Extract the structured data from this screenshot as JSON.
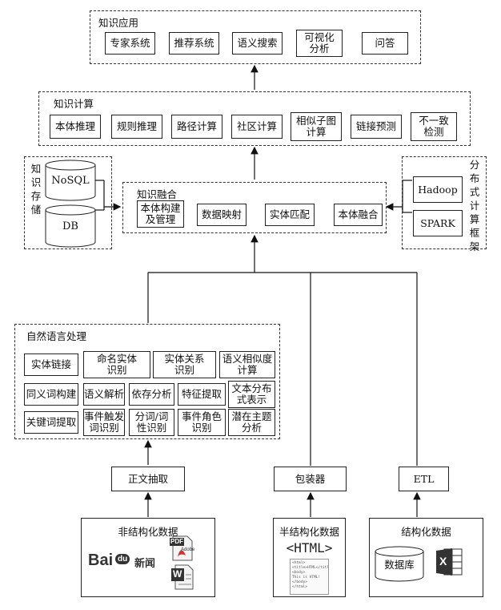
{
  "app": {
    "title": "知识应用",
    "items": [
      "专家系统",
      "推荐系统",
      "语义搜索",
      "可视化\n分析",
      "问答"
    ]
  },
  "compute": {
    "title": "知识计算",
    "items": [
      "本体推理",
      "规则推理",
      "路径计算",
      "社区计算",
      "相似子图\n计算",
      "链接预测",
      "不一致\n检测"
    ]
  },
  "storage": {
    "title": "知\n识\n存\n储",
    "nosql": "NoSQL",
    "db": "DB"
  },
  "fusion": {
    "title": "知识融合",
    "items": [
      "本体构建\n及管理",
      "数据映射",
      "实体匹配",
      "本体融合"
    ]
  },
  "distributed": {
    "title": "分\n布\n式\n计\n算\n框\n架",
    "hadoop": "Hadoop",
    "spark": "SPARK"
  },
  "nlp": {
    "title": "自然语言处理",
    "rows": [
      [
        "实体链接",
        "命名实体\n识别",
        "实体关系\n识别",
        "语义相似度\n计算"
      ],
      [
        "同义词构建",
        "语义解析",
        "依存分析",
        "特征提取",
        "文本分布\n式表示"
      ],
      [
        "关键词提取",
        "事件触发\n词识别",
        "分词/词\n性识别",
        "事件角色\n识别",
        "潜在主题\n分析"
      ]
    ]
  },
  "extract": {
    "text": "正文抽取",
    "wrapper": "包装器",
    "etl": "ETL"
  },
  "sources": {
    "unstructured": {
      "title": "非结构化数据",
      "baidu_a": "Bai",
      "baidu_b": "du",
      "news": "新闻",
      "pdf": "PDF",
      "adobe": "Adobe",
      "word": "W"
    },
    "semi": {
      "title": "半结构化数据",
      "html_tag": "<HTML>",
      "code": "<html>\n<title>HTML</title>\n<body>\nThis is HTML!\n</body>\n</html>"
    },
    "structured": {
      "title": "结构化数据",
      "db": "数据库",
      "excel": "X"
    }
  }
}
